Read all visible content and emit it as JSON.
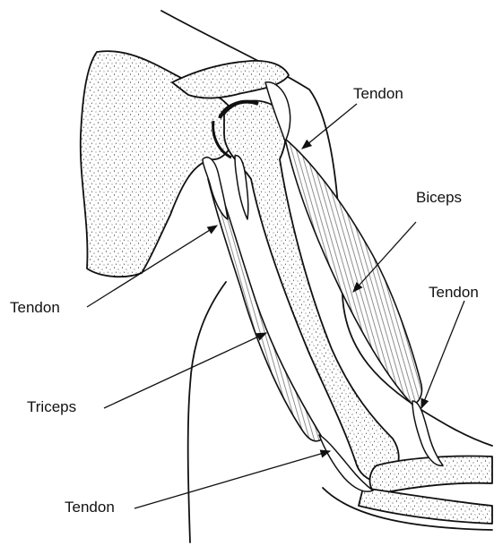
{
  "labels": {
    "tendon_shoulder_front": "Tendon",
    "biceps": "Biceps",
    "tendon_elbow_front": "Tendon",
    "tendon_shoulder_back": "Tendon",
    "triceps": "Triceps",
    "tendon_elbow_back": "Tendon"
  }
}
